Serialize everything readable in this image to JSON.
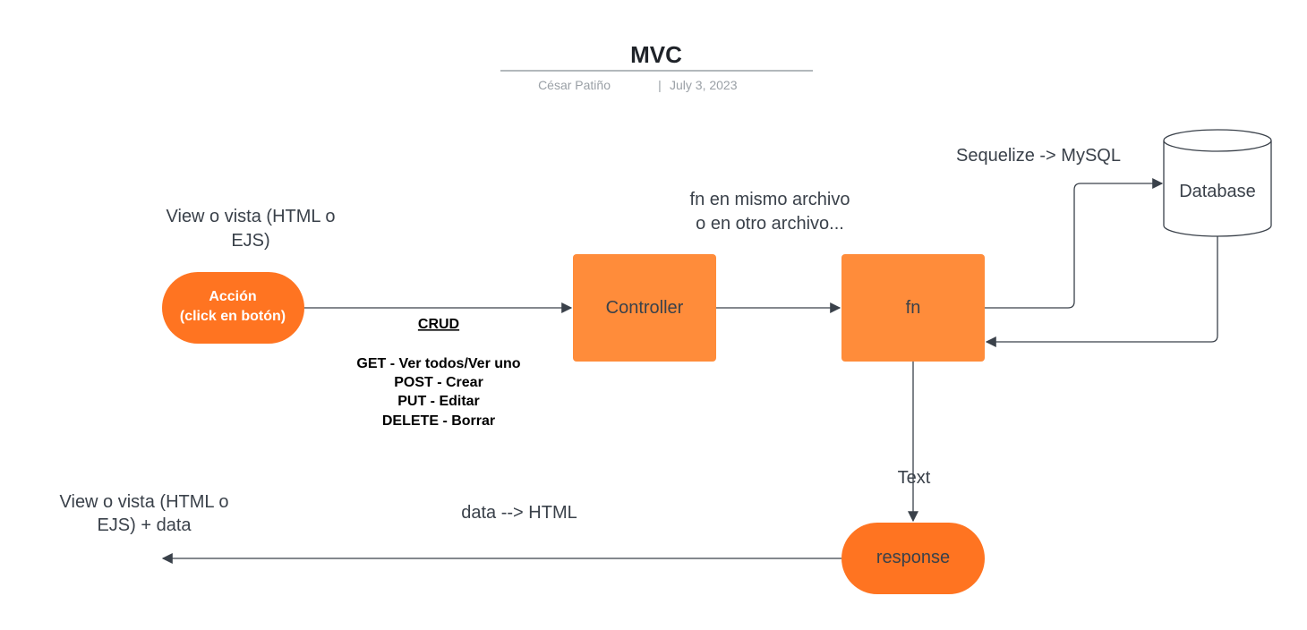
{
  "header": {
    "title": "MVC",
    "author": "César Patiño",
    "separator": "|",
    "date": "July 3, 2023"
  },
  "nodes": {
    "accion": {
      "line1": "Acción",
      "line2": "(click en botón)"
    },
    "controller": {
      "label": "Controller"
    },
    "fn": {
      "label": "fn"
    },
    "database": {
      "label": "Database"
    },
    "response": {
      "label": "response"
    }
  },
  "labels": {
    "view_top_line1": "View o vista (HTML o",
    "view_top_line2": "EJS)",
    "fn_note_line1": "fn en mismo archivo",
    "fn_note_line2": "o en otro archivo...",
    "sequelize": "Sequelize -> MySQL",
    "crud_title": "CRUD",
    "crud_items": [
      "GET - Ver todos/Ver uno",
      "POST - Crear",
      "PUT - Editar",
      "DELETE - Borrar"
    ],
    "text_edge": "Text",
    "data_html": "data --> HTML",
    "view_bottom_line1": "View o vista (HTML o",
    "view_bottom_line2": "EJS) + data"
  },
  "colors": {
    "orange_light": "#ff8c3a",
    "orange_dark": "#ff7421",
    "edge": "#3a414a"
  }
}
